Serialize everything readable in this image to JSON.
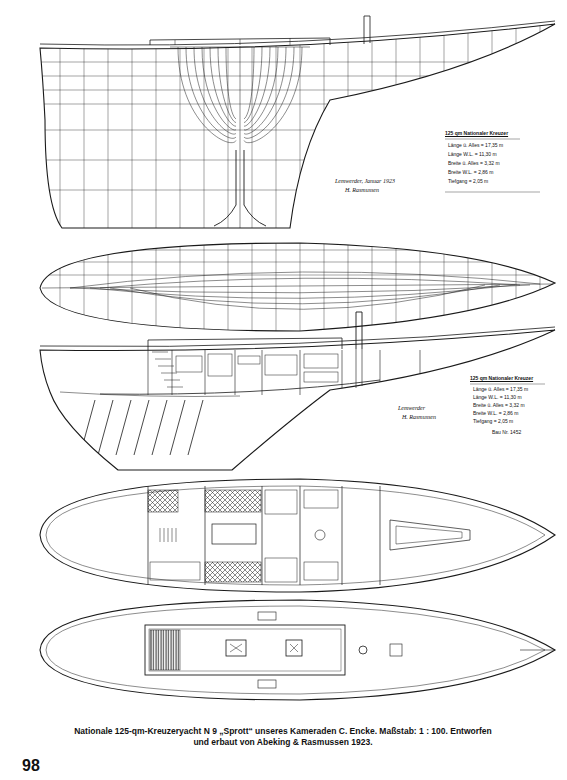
{
  "diagram": {
    "caption": "Nationale 125-qm-Kreuzeryacht N 9 „Sprott“ unseres Kameraden C. Encke. Maßstab: 1 : 100. Entworfen und erbaut von Abeking & Rasmussen 1923.",
    "labels": [
      "125 qm Nationaler Kreuzer",
      "Länge ü. Alles = 17,35 m",
      "Länge W.L. = 11,30 m",
      "Breite ü. Alles = 3,32 m",
      "Breite W.L. = 2,86 m",
      "Tiefgang = 2,05 m",
      "Lemwerder, Januar 1923",
      "H. Rasmussen",
      "125 qm Nationaler Kreuzer",
      "Länge ü. Alles = 17,35 m",
      "Länge W.L. = 11,30 m",
      "Breite ü. Alles = 3,32 m",
      "Breite W.L. = 2,86 m",
      "Tiefgang = 2,05 m",
      "Bau Nr. 1452",
      "Lemwerder",
      "H. Rasmussen",
      "98"
    ]
  }
}
